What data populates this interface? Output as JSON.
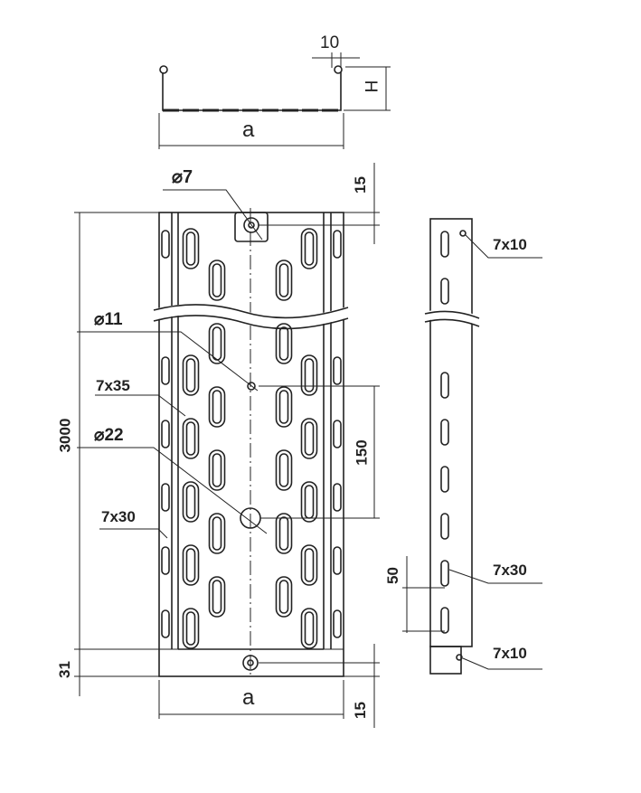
{
  "drawing": {
    "cross_section": {
      "width_label": "a",
      "height_label": "H",
      "lip_label": "10"
    },
    "top_view": {
      "hole_top_label": "⌀7",
      "top_offset_label": "15",
      "hole_small_label": "⌀11",
      "slot_large_label": "7x35",
      "hole_large_label": "⌀22",
      "length_label": "3000",
      "pitch_label": "150",
      "slot_flange_label": "7x30",
      "end_plate_label": "31",
      "width_label": "a",
      "bottom_offset_label": "15"
    },
    "side_view": {
      "top_hole_label": "7x10",
      "slot_label": "7x30",
      "slot_pitch_label": "50",
      "bottom_hole_label": "7x10"
    }
  },
  "colors": {
    "line": "#222222",
    "background": "#ffffff"
  }
}
